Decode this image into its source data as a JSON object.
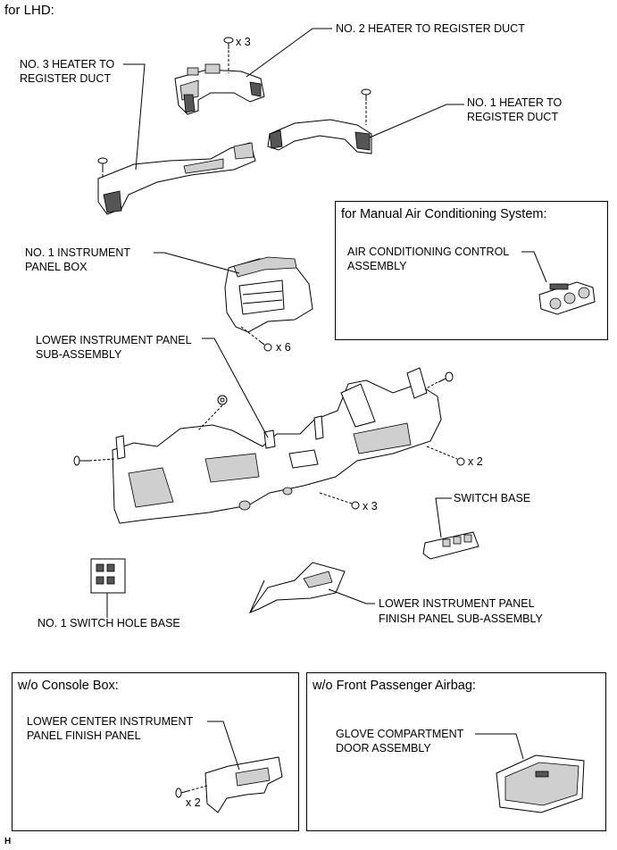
{
  "header": {
    "title": "for LHD:"
  },
  "labels": {
    "no2_duct": "NO. 2 HEATER TO REGISTER DUCT",
    "no3_duct_l1": "NO. 3 HEATER TO",
    "no3_duct_l2": "REGISTER DUCT",
    "no1_duct_l1": "NO. 1 HEATER TO",
    "no1_duct_l2": "REGISTER DUCT",
    "panel_box_l1": "NO. 1 INSTRUMENT",
    "panel_box_l2": "PANEL BOX",
    "lower_panel_l1": "LOWER INSTRUMENT PANEL",
    "lower_panel_l2": "SUB-ASSEMBLY",
    "switch_base": "SWITCH BASE",
    "switch_hole_base": "NO. 1 SWITCH HOLE BASE",
    "finish_panel_l1": "LOWER INSTRUMENT PANEL",
    "finish_panel_l2": "FINISH PANEL SUB-ASSEMBLY"
  },
  "qty": {
    "no2_screws": "x 3",
    "panel_box_screws": "x 6",
    "right_bolts": "x 2",
    "center_bolts": "x 3",
    "center_panel_screws": "x 2"
  },
  "manual_ac_box": {
    "title": "for Manual Air Conditioning System:",
    "label_l1": "AIR CONDITIONING CONTROL",
    "label_l2": "ASSEMBLY"
  },
  "console_box": {
    "title": "w/o Console Box:",
    "label_l1": "LOWER CENTER INSTRUMENT",
    "label_l2": "PANEL FINISH PANEL"
  },
  "airbag_box": {
    "title": "w/o Front Passenger Airbag:",
    "label_l1": "GLOVE COMPARTMENT",
    "label_l2": "DOOR ASSEMBLY"
  },
  "footer": {
    "code": "H"
  }
}
